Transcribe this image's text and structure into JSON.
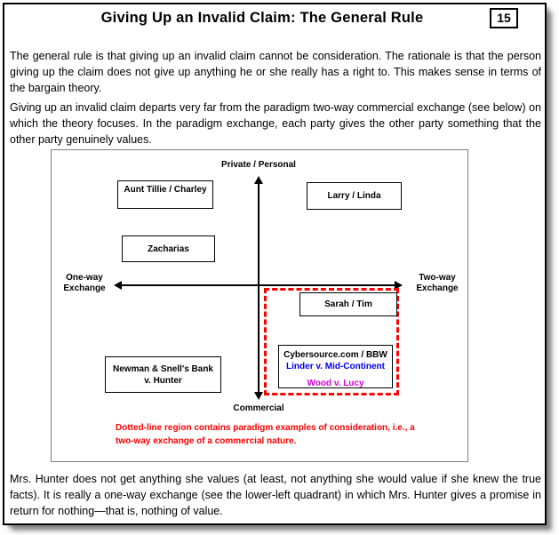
{
  "page": {
    "title": "Giving Up an Invalid Claim: The General Rule",
    "page_number": "15"
  },
  "paragraphs": {
    "p1": "The general rule is that giving up an invalid claim cannot be consideration. The rationale is that the person giving up the claim does not give up anything he or she really has a right to. This makes sense in terms of the bargain theory.",
    "p2": "Giving up an invalid claim departs very far from the paradigm two-way commercial exchange (see below) on which the theory focuses. In the paradigm exchange, each party gives the other party something that the other party genuinely values.",
    "p3": "Mrs. Hunter does not get anything she values (at least, not anything she would value if she knew the true facts). It is really a one-way exchange (see the lower-left quadrant) in which Mrs. Hunter gives a promise in return for nothing—that is, nothing of value."
  },
  "diagram": {
    "axis_labels": {
      "top": "Private / Personal",
      "bottom": "Commercial",
      "left": "One-way Exchange",
      "right": "Two-way Exchange"
    },
    "quadrant_boxes": {
      "aunt_tillie": "Aunt Tillie / Charley",
      "larry_linda": "Larry / Linda",
      "zacharias": "Zacharias",
      "sarah_tim": "Sarah / Tim",
      "newman_line1": "Newman & Snell's Bank",
      "newman_line2": "v. Hunter",
      "cybersource": "Cybersource.com / BBW",
      "linder": "Linder v. Mid-Continent",
      "wood": "Wood v. Lucy"
    },
    "caption_line1": "Dotted-line region contains paradigm examples of consideration, i.e., a",
    "caption_line2": "two-way exchange of a commercial nature.",
    "colors": {
      "dashed_region": "#FF0000",
      "caption_text": "#FF0000",
      "linder_text": "#0000EE",
      "wood_text": "#D600D6"
    }
  }
}
